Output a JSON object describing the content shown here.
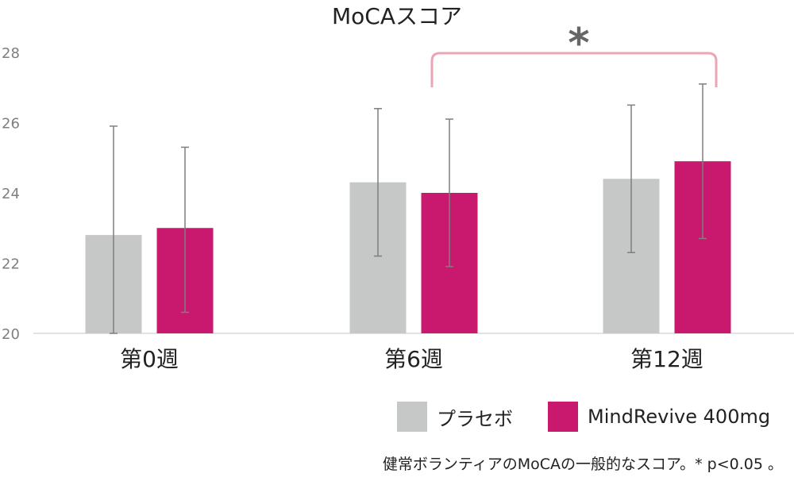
{
  "chart_data": {
    "type": "bar",
    "title": "MoCAスコア",
    "categories": [
      "第0週",
      "第6週",
      "第12週"
    ],
    "ylim": [
      20,
      28
    ],
    "yticks": [
      20,
      22,
      24,
      26,
      28
    ],
    "series": [
      {
        "name": "プラセボ",
        "color": "#c6c7c7",
        "values": [
          22.8,
          24.3,
          24.4
        ],
        "err_low": [
          20.0,
          22.2,
          22.3
        ],
        "err_high": [
          25.9,
          26.4,
          26.5
        ]
      },
      {
        "name": "MindRevive 400mg",
        "color": "#c8196e",
        "values": [
          23.0,
          24.0,
          24.9
        ],
        "err_low": [
          20.6,
          21.9,
          22.7
        ],
        "err_high": [
          25.3,
          26.1,
          27.1
        ]
      }
    ],
    "significance": {
      "label": "*",
      "between": [
        "第6週 MindRevive 400mg",
        "第12週 MindRevive 400mg"
      ],
      "color": "#eba5b5"
    },
    "grid": false,
    "legend_position": "bottom-right"
  },
  "footnote": "健常ボランティアのMoCAの一般的なスコア。* p<0.05 。"
}
